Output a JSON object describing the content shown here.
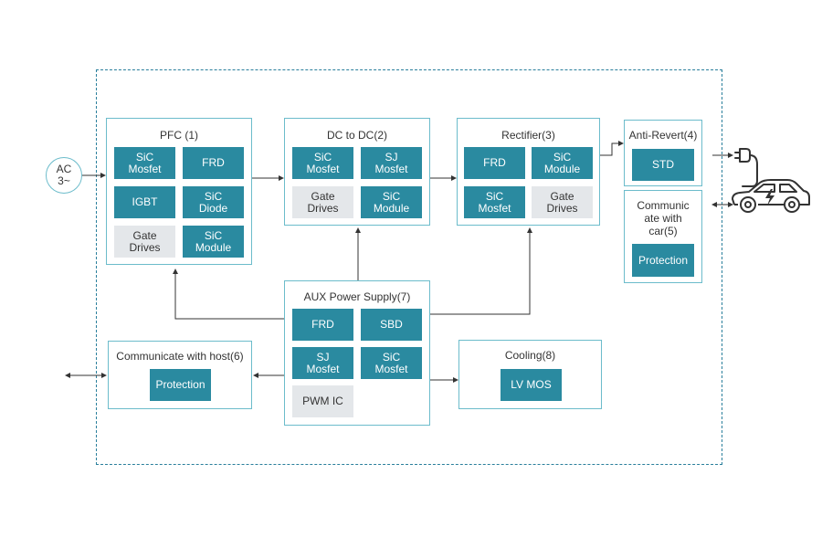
{
  "colors": {
    "accent": "#2a8aa0",
    "panel_border": "#6cbccb",
    "frame_border": "#2a7f9c",
    "chip_gray": "#e4e7ea",
    "line": "#333333"
  },
  "source": {
    "label": "AC\n3~"
  },
  "pfc": {
    "title": "PFC (1)",
    "chips": [
      "SiC\nMosfet",
      "FRD",
      "IGBT",
      "SiC\nDiode",
      "Gate\nDrives",
      "SiC\nModule"
    ]
  },
  "dcdc": {
    "title": "DC to DC(2)",
    "chips": [
      "SiC\nMosfet",
      "SJ\nMosfet",
      "Gate\nDrives",
      "SiC\nModule"
    ]
  },
  "rectifier": {
    "title": "Rectifier(3)",
    "chips": [
      "FRD",
      "SiC\nModule",
      "SiC\nMosfet",
      "Gate\nDrives"
    ]
  },
  "anti_revert": {
    "title": "Anti-Revert(4)",
    "chip": "STD"
  },
  "communicate_car": {
    "title": "Communic\nate with\ncar(5)",
    "chip": "Protection"
  },
  "communicate_host": {
    "title": "Communicate with host(6)",
    "chip": "Protection"
  },
  "aux": {
    "title": "AUX Power Supply(7)",
    "chips": [
      "FRD",
      "SBD",
      "SJ\nMosfet",
      "SiC\nMosfet",
      "PWM IC"
    ]
  },
  "cooling": {
    "title": "Cooling(8)",
    "chip": "LV MOS"
  },
  "icons": {
    "car": "electric-car-icon",
    "plug": "charging-plug-icon"
  }
}
